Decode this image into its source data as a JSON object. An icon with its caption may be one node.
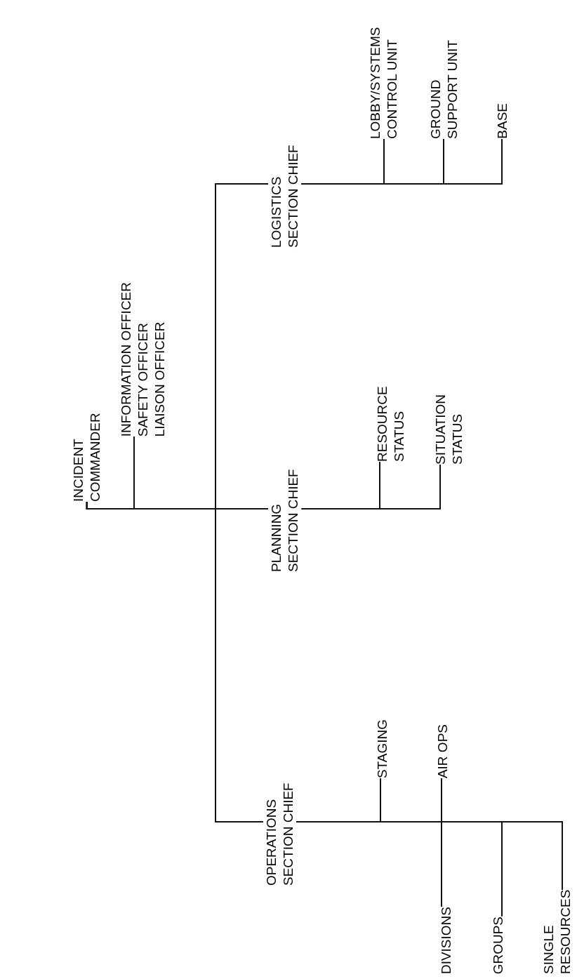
{
  "diagram": {
    "nodes": [
      {
        "text": [
          "INCIDENT COMMANDER"
        ]
      },
      {
        "text": [
          "INFORMATION OFFICER",
          "SAFETY OFFICER",
          "LIAISON OFFICER"
        ]
      },
      {
        "text": [
          "OPERATIONS SECTION CHIEF"
        ]
      },
      {
        "text": [
          "PLANNING SECTION CHIEF"
        ]
      },
      {
        "text": [
          "LOGISTICS SECTION CHIEF"
        ]
      },
      {
        "text": [
          "STAGING"
        ]
      },
      {
        "text": [
          "AIR OPS"
        ]
      },
      {
        "text": [
          "DIVISIONS"
        ]
      },
      {
        "text": [
          "GROUPS"
        ]
      },
      {
        "text": [
          "SINGLE RESOURCES"
        ]
      },
      {
        "text": [
          "RESOURCE STATUS"
        ]
      },
      {
        "text": [
          "SITUATION STATUS"
        ]
      },
      {
        "text": [
          "LOBBY/SYSTEMS CONTROL UNIT"
        ]
      },
      {
        "text": [
          "GROUND SUPPORT UNIT"
        ]
      },
      {
        "text": [
          "BASE"
        ]
      }
    ],
    "edges": [
      {
        "from": 0,
        "to": 1,
        "arrow": "none"
      },
      {
        "from": 0,
        "to": 2,
        "arrow": "none"
      },
      {
        "from": 0,
        "to": 3,
        "arrow": "none"
      },
      {
        "from": 0,
        "to": 4,
        "arrow": "none"
      },
      {
        "from": 2,
        "to": 5,
        "arrow": "none"
      },
      {
        "from": 2,
        "to": 6,
        "arrow": "none"
      },
      {
        "from": 2,
        "to": 7,
        "arrow": "none"
      },
      {
        "from": 2,
        "to": 8,
        "arrow": "none"
      },
      {
        "from": 2,
        "to": 9,
        "arrow": "none"
      },
      {
        "from": 3,
        "to": 10,
        "arrow": "none"
      },
      {
        "from": 3,
        "to": 11,
        "arrow": "none"
      },
      {
        "from": 4,
        "to": 12,
        "arrow": "none"
      },
      {
        "from": 4,
        "to": 13,
        "arrow": "none"
      },
      {
        "from": 4,
        "to": 14,
        "arrow": "none"
      }
    ]
  }
}
